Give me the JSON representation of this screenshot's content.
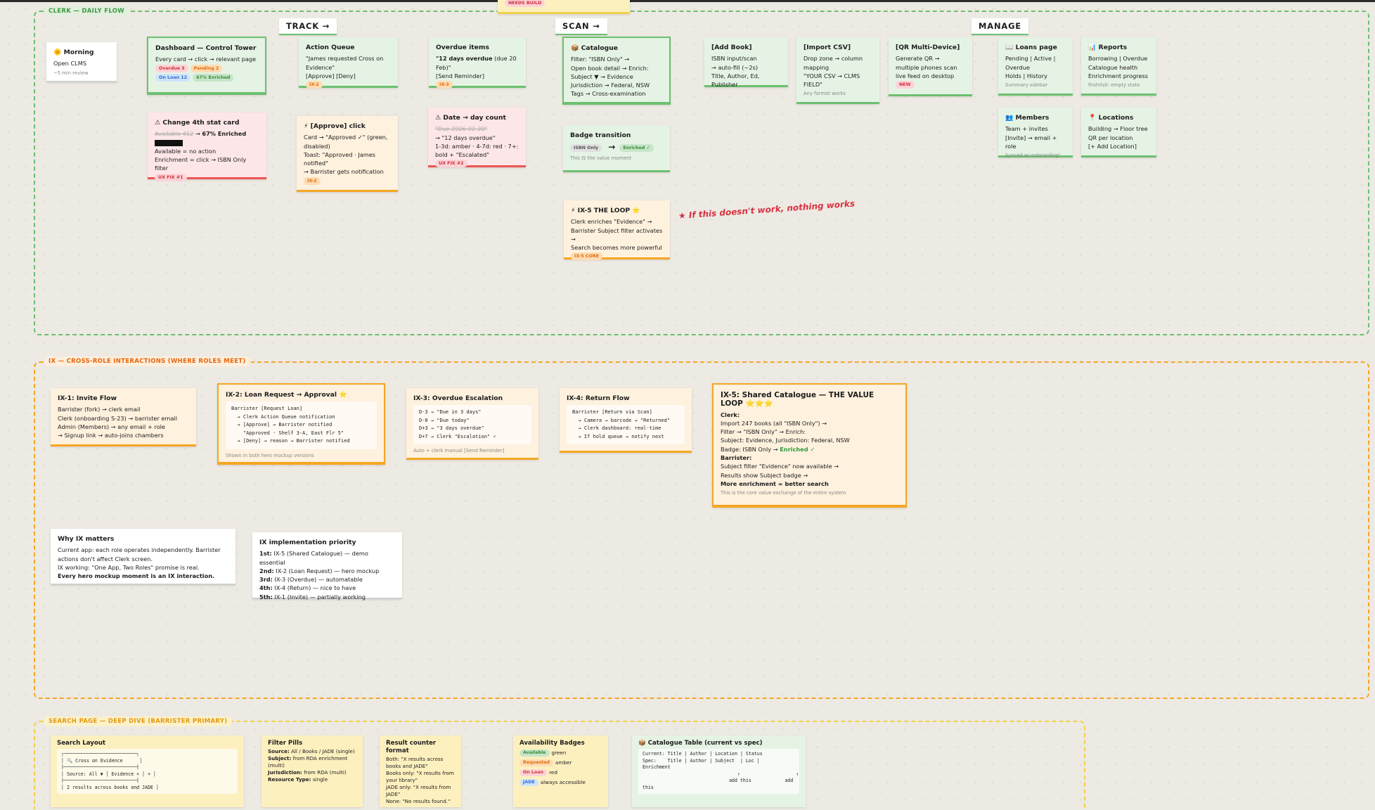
{
  "sections": {
    "clerk": "CLERK — DAILY FLOW",
    "ix": "IX — CROSS-ROLE INTERACTIONS (WHERE ROLES MEET)",
    "search": "SEARCH PAGE — DEEP DIVE (BARRISTER PRIMARY)"
  },
  "stages": {
    "track": "TRACK →",
    "scan": "SCAN →",
    "manage": "MANAGE"
  },
  "annotation": "★ If this doesn't work, nothing works",
  "colors": {
    "green": "#6cc070",
    "orange": "#f6a623",
    "yellow": "#f2d04a",
    "red": "#ec5555"
  },
  "cards": {
    "needs_build": {
      "badges": [
        {
          "text": "NEEDS BUILD",
          "color": "red"
        }
      ]
    },
    "morning": {
      "title": "🌞 Morning",
      "lines": [
        "Open CLMS"
      ],
      "note": "~5 min review"
    },
    "dashboard": {
      "title": "Dashboard — Control Tower",
      "badges": [
        {
          "text": "Overdue 3",
          "color": "red"
        },
        {
          "text": "Pending 2",
          "color": "orange"
        },
        {
          "text": "On Loan 12",
          "color": "blue"
        },
        {
          "text": "67% Enriched",
          "color": "green"
        }
      ],
      "lines": [
        "Every card → click → relevant page"
      ]
    },
    "action_queue": {
      "title": "Action Queue",
      "lines": [
        "\"James requested Cross on Evidence\"",
        "[Approve] [Deny]"
      ],
      "badges": [
        {
          "text": "IX-2",
          "color": "orange"
        }
      ]
    },
    "overdue": {
      "title": "Overdue items",
      "lines": [
        [
          [
            "\"12 days overdue",
            "bold"
          ],
          [
            " (due 20 Feb)\"",
            ""
          ]
        ],
        "[Send Reminder]"
      ],
      "badges": [
        {
          "text": "IX-3",
          "color": "orange"
        }
      ]
    },
    "catalogue": {
      "title": "📦 Catalogue",
      "lines": [
        "Filter: \"ISBN Only\" →",
        "Open book detail → Enrich:",
        "Subject ▼ → Evidence",
        "Jurisdiction → Federal, NSW",
        "Tags → Cross-examination"
      ]
    },
    "add_book": {
      "title": "[Add Book]",
      "lines": [
        "ISBN input/scan",
        "→ auto-fill (~2s)",
        "Title, Author, Ed, Publisher"
      ]
    },
    "import_csv": {
      "title": "[Import CSV]",
      "lines": [
        "Drop zone → column mapping",
        "\"YOUR CSV → CLMS FIELD\""
      ],
      "note": "Any format works"
    },
    "qr": {
      "title": "[QR Multi-Device]",
      "lines": [
        "Generate QR →",
        "multiple phones scan",
        "live feed on desktop"
      ],
      "badges": [
        {
          "text": "NEW",
          "color": "red"
        }
      ]
    },
    "loans": {
      "title": "📖 Loans page",
      "lines": [
        "Pending | Active | Overdue",
        "Holds | History"
      ],
      "note": "Summary sidebar"
    },
    "reports": {
      "title": "📊 Reports",
      "lines": [
        "Borrowing | Overdue",
        "Catalogue health",
        "Enrichment progress"
      ],
      "note": "firstVisit: empty state"
    },
    "members": {
      "title": "👥 Members",
      "lines": [
        "Team + invites",
        "[Invite] → email + role"
      ],
      "note": "Synced w/ onboarding!"
    },
    "locations": {
      "title": "📍 Locations",
      "lines": [
        "Building → Floor tree",
        "QR per location",
        "[+ Add Location]"
      ]
    },
    "change_stat": {
      "title": "⚠ Change 4th stat card",
      "lines": [
        [
          [
            "Available 412",
            "strike"
          ],
          [
            " → ",
            ""
          ],
          [
            "67% Enriched",
            "bold"
          ]
        ],
        [
          [
            "",
            "redact"
          ]
        ],
        "Available = no action",
        "Enrichment = click → ISBN Only filter"
      ],
      "badges": [
        {
          "text": "UX FIX #1",
          "color": "red"
        }
      ]
    },
    "approve_click": {
      "title": "⚡ [Approve] click",
      "lines": [
        "Card → \"Approved ✓\" (green, disabled)",
        "Toast: \"Approved · James notified\"",
        "→ Barrister gets notification"
      ],
      "badges": [
        {
          "text": "IX-2",
          "color": "orange"
        }
      ]
    },
    "date_count": {
      "title": "⚠ Date → day count",
      "lines": [
        [
          [
            "\"Due 2026-02-20\"",
            "strike"
          ]
        ],
        "→ \"12 days overdue\"",
        "1-3d: amber · 4-7d: red · 7+: bold + \"Escalated\""
      ],
      "badges": [
        {
          "text": "UX FIX #2",
          "color": "red"
        }
      ]
    },
    "badge_transition": {
      "title": "Badge transition",
      "from": "ISBN Only",
      "arrow": "→",
      "to": "Enriched ✓",
      "note": "This IS the value moment"
    },
    "loop": {
      "title": "⚡ IX-5 THE LOOP ⭐",
      "lines": [
        "Clerk enriches \"Evidence\" →",
        "Barrister Subject filter activates →",
        "Search becomes more powerful"
      ],
      "badges": [
        {
          "text": "IX-5 CORE",
          "color": "orange"
        }
      ]
    },
    "ix1": {
      "title": "IX-1: Invite Flow",
      "lines": [
        "Barrister (fork) → clerk email",
        "Clerk (onboarding S-23) → barrister email",
        "Admin (Members) → any email + role",
        "→ Signup link → auto-joins chambers"
      ]
    },
    "ix2": {
      "title": "IX-2: Loan Request → Approval ⭐",
      "code": "Barrister [Request Loan]\n  → Clerk Action Queue notification\n  → [Approve] → Barrister notified\n    \"Approved · Shelf 3-A, East Flr 5\"\n  → [Deny] → reason → Barrister notified",
      "note": "Shown in both hero mockup versions"
    },
    "ix3": {
      "title": "IX-3: Overdue Escalation",
      "code": "D-3 → \"Due in 3 days\"\nD-0 → \"Due today\"\nD+3 → \"3 days overdue\"\nD+7 → Clerk \"Escalation\" ⚡",
      "note": "Auto + clerk manual [Send Reminder]"
    },
    "ix4": {
      "title": "IX-4: Return Flow",
      "code": "Barrister [Return via Scan]\n  → Camera → barcode → \"Returned\"\n  → Clerk dashboard: real-time\n  → If hold queue → notify next"
    },
    "ix5": {
      "title": "IX-5: Shared Catalogue — THE VALUE LOOP ⭐⭐⭐",
      "lines": [
        [
          [
            "Clerk:",
            "bold"
          ]
        ],
        "Import 247 books (all \"ISBN Only\") →",
        "Filter → \"ISBN Only\" → Enrich:",
        "Subject: Evidence, Jurisdiction: Federal, NSW",
        [
          [
            "Badge: ISBN Only → ",
            ""
          ],
          [
            "Enriched ✓",
            "greentx"
          ]
        ],
        " ",
        [
          [
            "Barrister:",
            "bold"
          ]
        ],
        "Subject filter \"Evidence\" now available →",
        "Results show Subject badge →",
        [
          [
            "More enrichment = better search",
            "bold"
          ]
        ]
      ],
      "note": "This is the core value exchange of the entire system"
    },
    "why_ix": {
      "title": "Why IX matters",
      "lines": [
        "Current app: each role operates independently. Barrister actions don't affect Clerk screen.",
        "IX working: \"One App, Two Roles\" promise is real.",
        [
          [
            "Every hero mockup moment is an IX interaction.",
            "bold"
          ]
        ]
      ]
    },
    "ix_priority": {
      "title": "IX implementation priority",
      "lines": [
        [
          [
            "1st:",
            "bold"
          ],
          [
            " IX-5 (Shared Catalogue) — demo essential",
            ""
          ]
        ],
        [
          [
            "2nd:",
            "bold"
          ],
          [
            " IX-2 (Loan Request) — hero mockup",
            ""
          ]
        ],
        [
          [
            "3rd:",
            "bold"
          ],
          [
            " IX-3 (Overdue) — automatable",
            ""
          ]
        ],
        [
          [
            "4th:",
            "bold"
          ],
          [
            " IX-4 (Return) — nice to have",
            ""
          ]
        ],
        [
          [
            "5th:",
            "bold"
          ],
          [
            " IX-1 (Invite) — partially working",
            ""
          ]
        ]
      ]
    },
    "search_layout": {
      "title": "Search Layout",
      "code": "┌──────────────────────────┐\n│ 🔍 Cross on Evidence      │\n├──────────────────────────┤\n│ Source: All ▼ │ Evidence × │ + │\n├──────────────────────────┤\n│ 2 results across books and JADE │"
    },
    "filter_pills": {
      "title": "Filter Pills",
      "lines": [
        [
          [
            "Source:",
            "bold"
          ],
          [
            " All / Books / JADE (single)",
            ""
          ]
        ],
        [
          [
            "Subject:",
            "bold"
          ],
          [
            " from RDA enrichment (multi)",
            ""
          ]
        ],
        [
          [
            "Jurisdiction:",
            "bold"
          ],
          [
            " from RDA (multi)",
            ""
          ]
        ],
        [
          [
            "Resource Type:",
            "bold"
          ],
          [
            " single",
            ""
          ]
        ]
      ]
    },
    "result_counter": {
      "title": "Result counter format",
      "lines": [
        "Both: \"X results across books and JADE\"",
        "Books only: \"X results from your library\"",
        "JADE only: \"X results from JADE\"",
        "None: \"No results found.\""
      ]
    },
    "availability": {
      "title": "Availability Badges",
      "rows": [
        {
          "badge": "Available",
          "color": "green",
          "label": "green"
        },
        {
          "badge": "Requested",
          "color": "orange",
          "label": "amber"
        },
        {
          "badge": "On Loan",
          "color": "red",
          "label": "red"
        },
        {
          "badge": "JADE",
          "color": "blue",
          "label": "always accessible"
        }
      ]
    },
    "catalogue_table": {
      "title": "📦 Catalogue Table (current vs spec)",
      "code": "Current: Title | Author | Location | Status\nSpec:    Title | Author | Subject  | Loc |\nEnrichment\n                                  ↑                    ↑\n                               add this            add\nthis"
    }
  }
}
